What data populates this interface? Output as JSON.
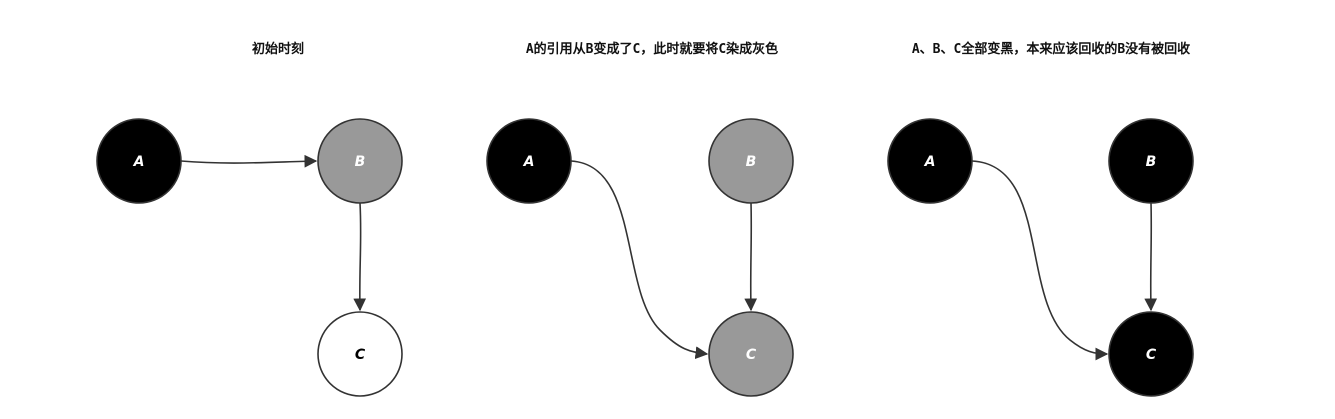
{
  "panels": [
    {
      "title": "初始时刻",
      "nodes": [
        {
          "id": "A",
          "label": "A",
          "fill": "#000000",
          "text_color": "#ffffff"
        },
        {
          "id": "B",
          "label": "B",
          "fill": "#999999",
          "text_color": "#ffffff"
        },
        {
          "id": "C",
          "label": "C",
          "fill": "#ffffff",
          "text_color": "#000000"
        }
      ],
      "edges": [
        {
          "from": "A",
          "to": "B"
        },
        {
          "from": "B",
          "to": "C"
        }
      ]
    },
    {
      "title": "A的引用从B变成了C，此时就要将C染成灰色",
      "nodes": [
        {
          "id": "A",
          "label": "A",
          "fill": "#000000",
          "text_color": "#ffffff"
        },
        {
          "id": "B",
          "label": "B",
          "fill": "#999999",
          "text_color": "#ffffff"
        },
        {
          "id": "C",
          "label": "C",
          "fill": "#999999",
          "text_color": "#ffffff"
        }
      ],
      "edges": [
        {
          "from": "A",
          "to": "C"
        },
        {
          "from": "B",
          "to": "C"
        }
      ]
    },
    {
      "title": "A、B、C全部变黑，本来应该回收的B没有被回收",
      "nodes": [
        {
          "id": "A",
          "label": "A",
          "fill": "#000000",
          "text_color": "#ffffff"
        },
        {
          "id": "B",
          "label": "B",
          "fill": "#000000",
          "text_color": "#ffffff"
        },
        {
          "id": "C",
          "label": "C",
          "fill": "#000000",
          "text_color": "#ffffff"
        }
      ],
      "edges": [
        {
          "from": "A",
          "to": "C"
        },
        {
          "from": "B",
          "to": "C"
        }
      ]
    }
  ],
  "colors": {
    "stroke": "#333333",
    "edge": "#333333"
  }
}
